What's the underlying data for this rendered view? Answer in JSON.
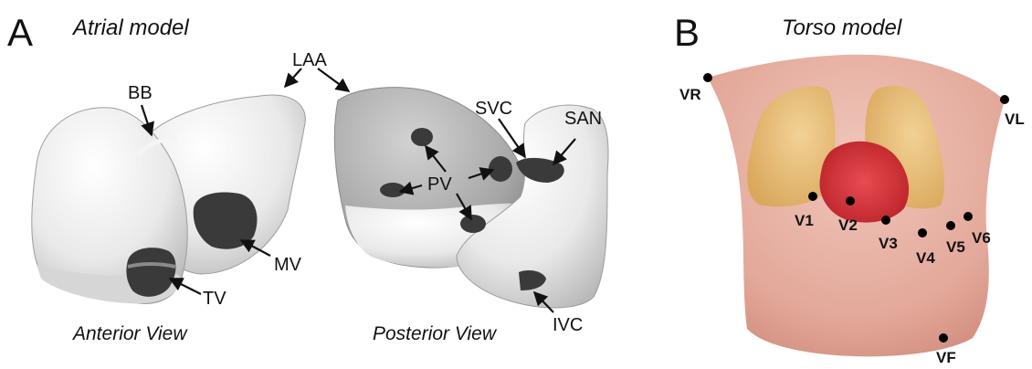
{
  "panels": {
    "a": {
      "letter": "A",
      "title": "Atrial model"
    },
    "b": {
      "letter": "B",
      "title": "Torso model"
    }
  },
  "atrial_labels": {
    "laa": "LAA",
    "bb": "BB",
    "svc": "SVC",
    "san": "SAN",
    "pv": "PV",
    "mv": "MV",
    "tv": "TV",
    "ivc": "IVC"
  },
  "views": {
    "anterior": "Anterior View",
    "posterior": "Posterior View"
  },
  "electrodes": {
    "vr": "VR",
    "vl": "VL",
    "v1": "V1",
    "v2": "V2",
    "v3": "V3",
    "v4": "V4",
    "v5": "V5",
    "v6": "V6",
    "vf": "VF"
  },
  "colors": {
    "atrial_surface": "#e9e9e9",
    "openings": "#3a3a3a",
    "torso": "#e3a899",
    "lungs": "#e5b765",
    "heart": "#d2262e"
  }
}
